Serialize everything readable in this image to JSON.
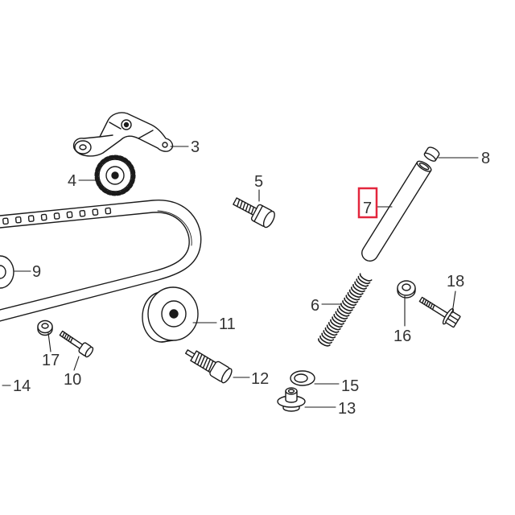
{
  "diagram": {
    "callouts": {
      "c3": "3",
      "c4": "4",
      "c5": "5",
      "c6": "6",
      "c7": "7",
      "c8": "8",
      "c9": "9",
      "c10": "10",
      "c11": "11",
      "c12": "12",
      "c13": "13",
      "c14": "14",
      "c15": "15",
      "c16": "16",
      "c17": "17",
      "c18": "18"
    },
    "selected_callout_color": "#e3263d",
    "ink_color": "#1a1a1a",
    "label_color": "#333333",
    "background_color": "#ffffff"
  }
}
